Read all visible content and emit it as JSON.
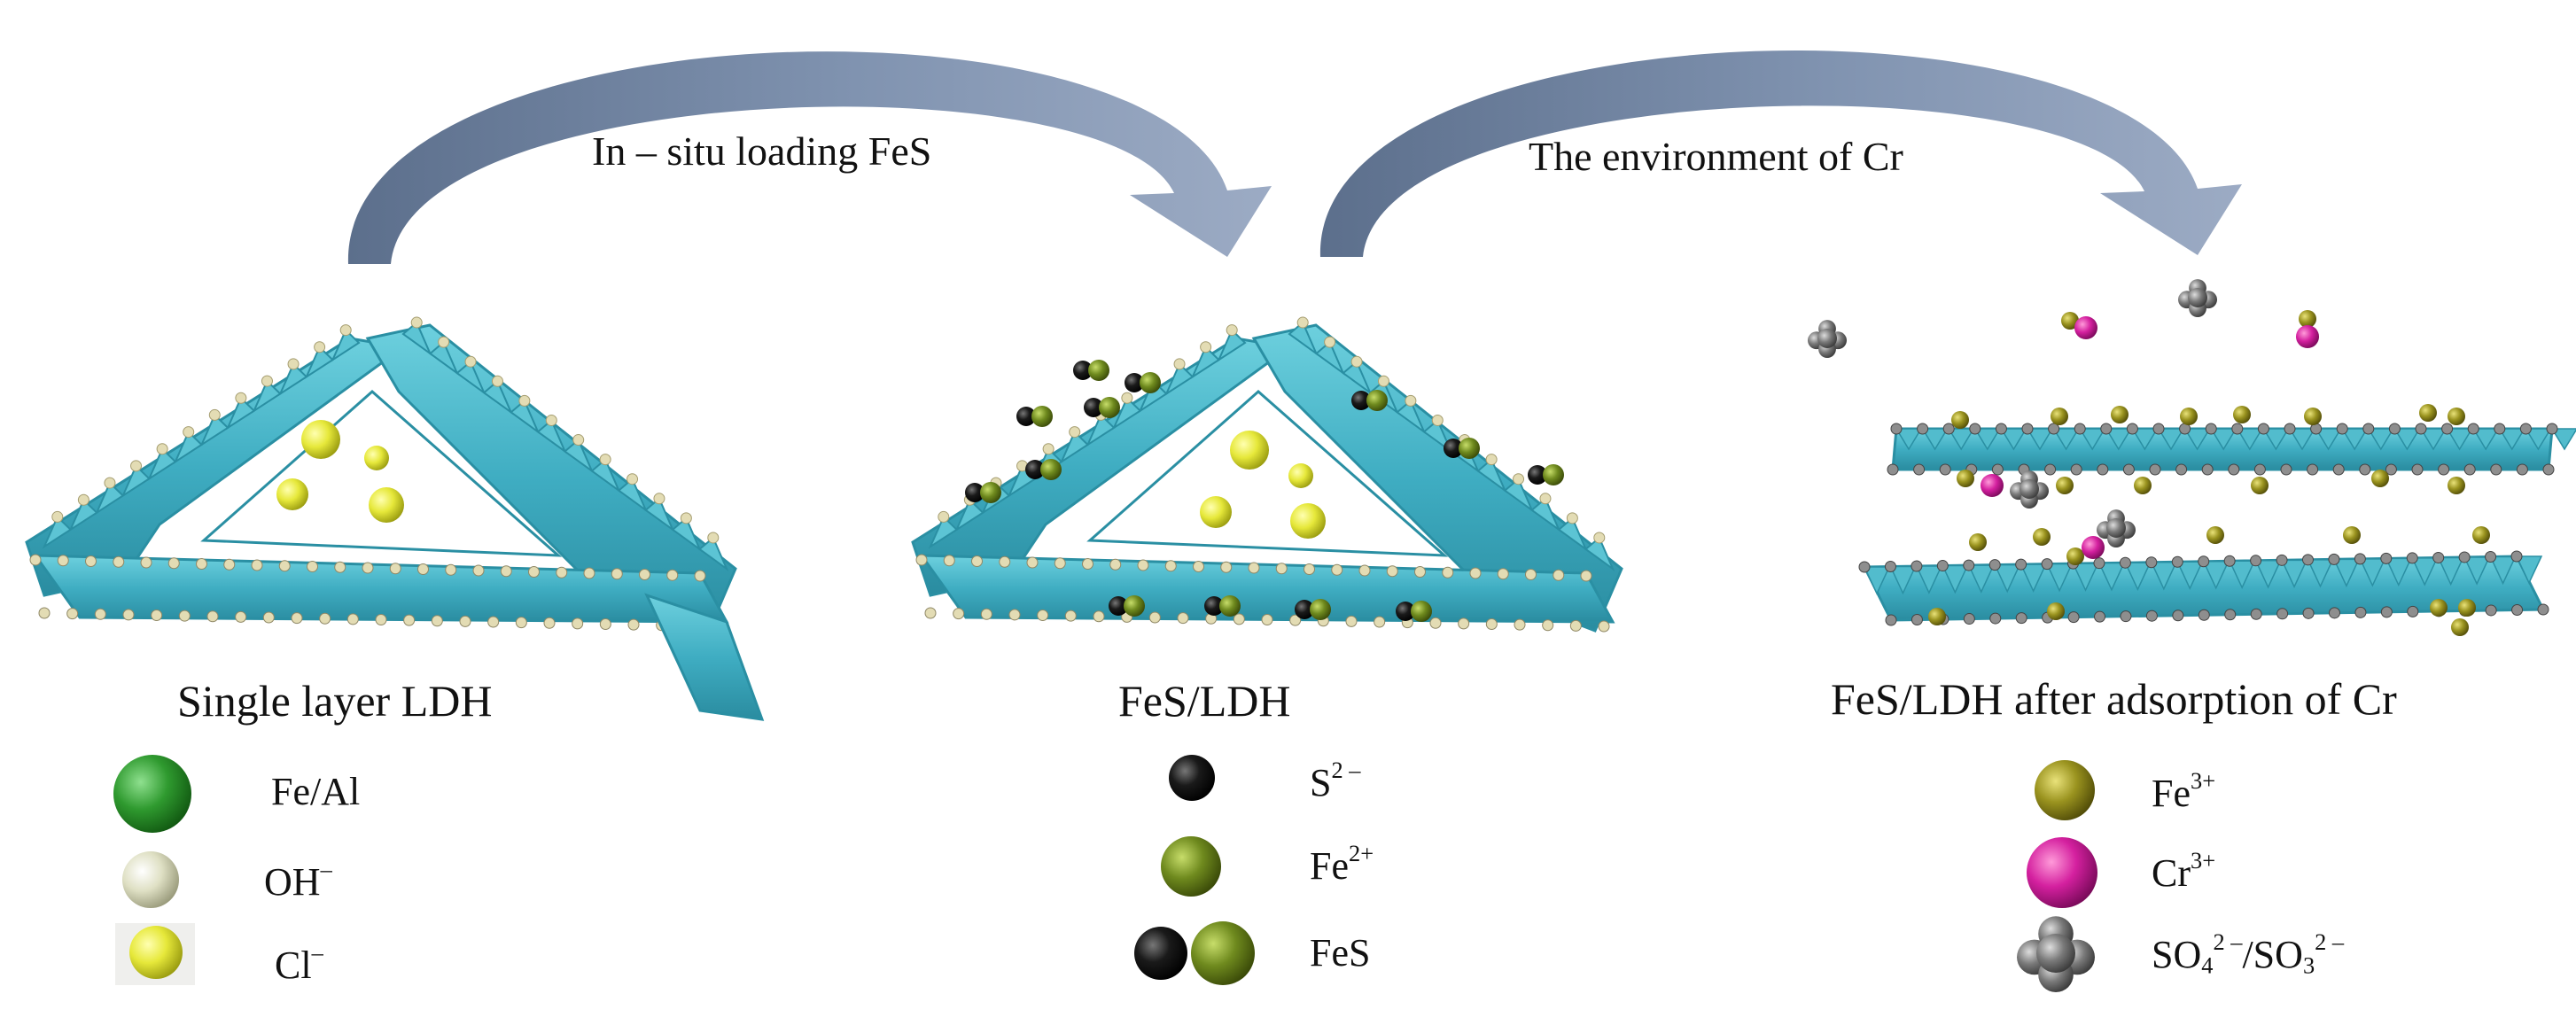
{
  "arrows": [
    {
      "label": "In – situ loading FeS"
    },
    {
      "label": "The environment of  Cr"
    }
  ],
  "panels": [
    {
      "title": "Single layer LDH"
    },
    {
      "title": "FeS/LDH"
    },
    {
      "title": "FeS/LDH after adsorption of Cr"
    }
  ],
  "legend_panel_1": [
    {
      "text": "Fe/Al",
      "color": "#2f8f2f"
    },
    {
      "text": "OH",
      "sup": "–",
      "color": "#d9dcc0"
    },
    {
      "text": "Cl",
      "sup": "–",
      "color": "#e8ea3a"
    }
  ],
  "legend_panel_2": [
    {
      "text": "S",
      "sup": "2 –",
      "color": "#111111"
    },
    {
      "text": "Fe",
      "sup": "2+",
      "color": "#6f8a1e"
    },
    {
      "text": "FeS",
      "colors": [
        "#111111",
        "#6f8a1e"
      ]
    }
  ],
  "legend_panel_3": [
    {
      "text": "Fe",
      "sup": "3+",
      "color": "#8f8a1c"
    },
    {
      "text": "Cr",
      "sup": "3+",
      "color": "#d4209f"
    },
    {
      "parts": [
        "SO",
        "4",
        "2 –",
        "/SO",
        "3",
        "2 –"
      ],
      "color": "#6b6b6b"
    }
  ],
  "colors": {
    "arrow": "#7186a3",
    "layer_face": "#4ab6c8",
    "layer_edge": "#2a8fa3",
    "vertex": "#e3dcb4"
  }
}
